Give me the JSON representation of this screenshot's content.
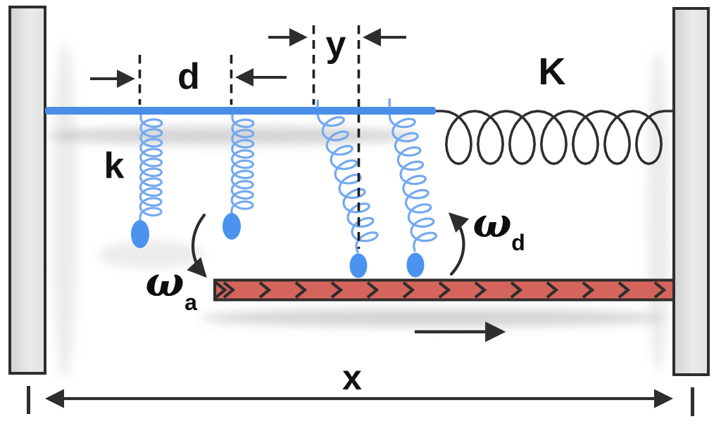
{
  "figure": {
    "labels": {
      "k": "k",
      "d": "d",
      "y": "y",
      "K": "K",
      "x": "x",
      "omega": "ω",
      "sub_a": "a",
      "sub_d": "d"
    },
    "colors": {
      "backbone_blue": "#4a8ee8",
      "spring_blue": "#74a9f0",
      "head_blue": "#4b93ee",
      "filament_red": "#d5655c",
      "outline_dark": "#2e2e2e",
      "wall_fill": "#e0e0e0",
      "wall_border": "#2e2e2e"
    }
  }
}
